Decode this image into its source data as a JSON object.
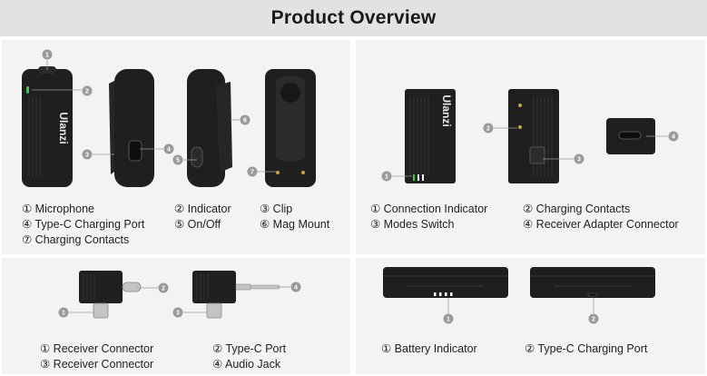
{
  "header": {
    "title": "Product Overview"
  },
  "transmitter": {
    "callout_numbers": [
      "1",
      "2",
      "3",
      "4",
      "5",
      "6",
      "7"
    ],
    "brand": "Ulanzi",
    "labels": [
      "① Microphone",
      "② Indicator",
      "③ Clip",
      "④ Type-C Charging Port",
      "⑤ On/Off",
      "⑥ Mag Mount",
      "⑦ Charging Contacts"
    ]
  },
  "receiver": {
    "callout_numbers": [
      "1",
      "2",
      "3",
      "4"
    ],
    "brand": "Ulanzi",
    "labels": [
      "① Connection Indicator",
      "② Charging Contacts",
      "③ Modes Switch",
      "④ Receiver Adapter Connector"
    ]
  },
  "connectors": {
    "callout_numbers": [
      "1",
      "2",
      "3",
      "4"
    ],
    "labels": [
      "① Receiver Connector",
      "② Type-C Port",
      "③ Receiver Connector",
      "④ Audio Jack"
    ]
  },
  "charging_case": {
    "callout_numbers": [
      "1",
      "2"
    ],
    "labels": [
      "① Battery Indicator",
      "② Type-C Charging Port"
    ]
  },
  "colors": {
    "header_bg": "#e2e2e2",
    "panel_bg": "#f3f3f3",
    "device": "#1f1f1f",
    "indicator_green": "#35d435",
    "callout_fill": "#9a9a9a"
  }
}
